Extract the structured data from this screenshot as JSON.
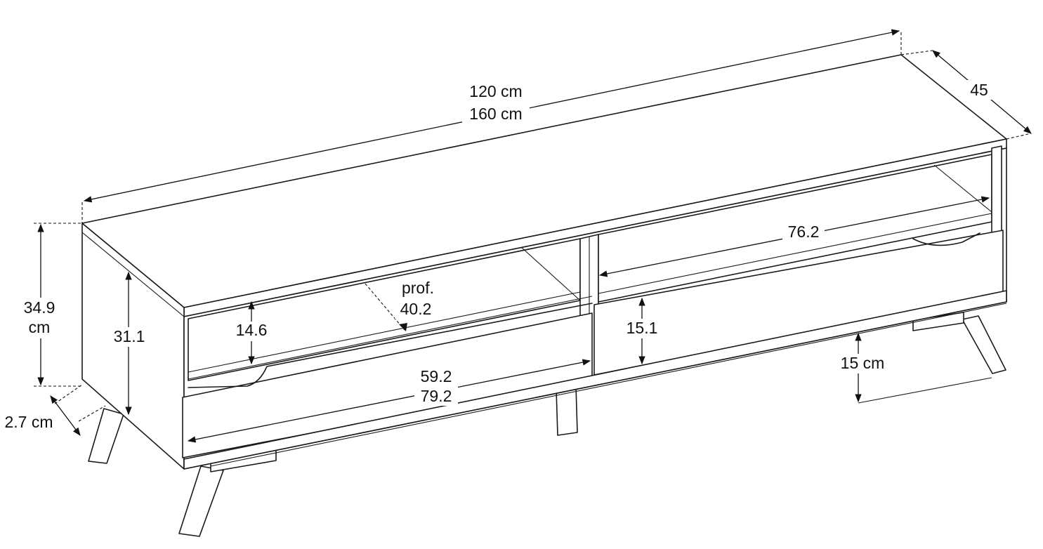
{
  "dimensions": {
    "length_a": "120 cm",
    "length_b": "160 cm",
    "depth_top": "45",
    "height_total_value": "34.9",
    "height_total_unit": "cm",
    "height_body": "31.1",
    "drawer_left_height": "14.6",
    "inner_depth_label": "prof.",
    "inner_depth_value": "40.2",
    "drawer_width_a": "59.2",
    "drawer_width_b": "79.2",
    "right_shelf_width": "76.2",
    "drawer_right_height": "15.1",
    "leg_clearance": "15 cm",
    "leg_offset": "2.7 cm"
  }
}
